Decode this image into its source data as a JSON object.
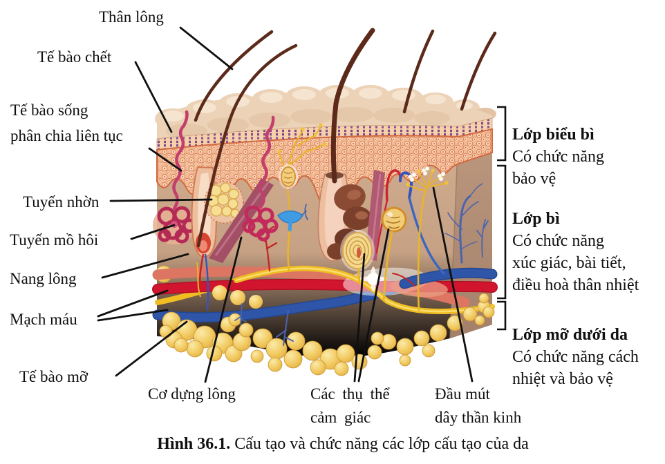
{
  "figure": {
    "caption_bold": "Hình 36.1.",
    "caption_text": " Cấu tạo và chức năng các lớp cấu tạo của da"
  },
  "labels": {
    "than_long": "Thân lông",
    "te_bao_chet": "Tế bào chết",
    "te_bao_song": "Tế bào sống\nphân chia liên tục",
    "tuyen_nhon": "Tuyến nhờn",
    "tuyen_mo_hoi": "Tuyến mồ hôi",
    "nang_long": "Nang lông",
    "mach_mau": "Mạch máu",
    "te_bao_mo": "Tế bào mỡ",
    "co_dung_long": "Cơ dựng lông",
    "cac_thu_the": "Các thụ thể\ncảm giác",
    "dau_mut": "Đầu mút\ndây thần kinh"
  },
  "layers": [
    {
      "name": "Lớp biểu bì",
      "description": "Có chức năng\nbảo vệ"
    },
    {
      "name": "Lớp bì",
      "description": "Có chức năng\nxúc giác, bài tiết,\nđiều hoà thân nhiệt"
    },
    {
      "name": "Lớp mỡ dưới da",
      "description": "Có chức năng cách\nnhiệt và bảo vệ"
    }
  ],
  "colors": {
    "surface_skin": "#ecd2b6",
    "stratum_band": "#f6d0a9",
    "stratum_dots": "#7d4a8c",
    "cell_band": "#f2bb95",
    "dermis": "#c9a588",
    "side_face": "#b08d74",
    "artery_red": "#d2152e",
    "vein_blue": "#2e55a8",
    "nerve_yellow": "#f0bd22",
    "fat_yellow": "#f1c95f",
    "gland_magenta": "#b42a55",
    "muscle_maroon": "#a34f66",
    "hair_brown": "#5c2a1b",
    "line_black": "#101010"
  }
}
